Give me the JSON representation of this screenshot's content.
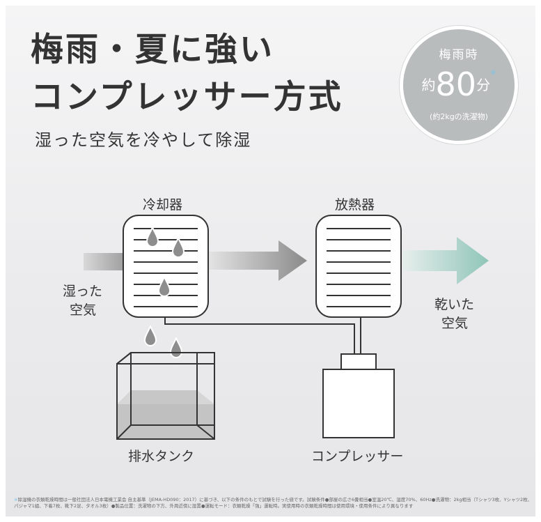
{
  "title": {
    "line1": "梅雨・夏に強い",
    "line2": "コンプレッサー方式"
  },
  "subtitle": "湿った空気を冷やして除湿",
  "badge": {
    "top": "梅雨時",
    "prefix": "約",
    "value": "80",
    "suffix": "分",
    "star": "※",
    "note": "(約2kgの洗濯物)"
  },
  "labels": {
    "cooler": "冷却器",
    "radiator": "放熱器",
    "humid_air_1": "湿った",
    "humid_air_2": "空気",
    "dry_air_1": "乾いた",
    "dry_air_2": "空気",
    "drain_tank": "排水タンク",
    "compressor": "コンプレッサー"
  },
  "footnote": {
    "mark": "※",
    "line1": "除湿機の衣類乾燥時間は一般社団法人日本電機工業会 自主基準（JEMA-HD090：2017）に基づき、以下の条件のもとで試験を行った値です。試験条件●部屋の広さ6畳相当●室温20℃、湿度70%、60Hz●洗濯物：2kg相当（Tシャツ3枚、Yシャツ2枚、",
    "line2": "パジャマ1組、下着7枚、靴下2足、タオル3枚）●製品位置：洗濯物の下方、外周近傍に設置●運転モード：衣類乾燥「強」運転時。実使用時の衣類乾燥時間は使用環境・使用条件により異なります"
  },
  "colors": {
    "background": "#ebebed",
    "text": "#333333",
    "badge": "#b8bcbd",
    "humid_arrow": "#8a8a8a",
    "dry_arrow": "#8fc5b8",
    "water_drop": "#8d8d8d",
    "tank_water": "#c4c4c4"
  },
  "icons": {
    "water_drop": "water-drop-icon",
    "arrow": "arrow-right-icon"
  }
}
